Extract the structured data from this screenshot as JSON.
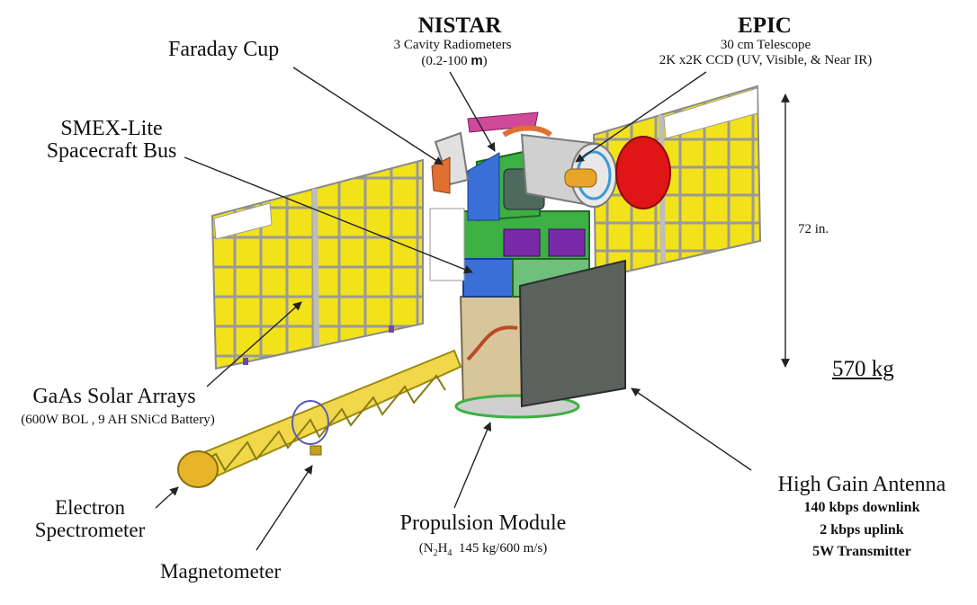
{
  "labels": {
    "nistar": {
      "title": "NISTAR",
      "line1": "3 Cavity Radiometers",
      "line2_prefix": "(0.2-100 ",
      "line2_unit": "m",
      "line2_suffix": ")"
    },
    "epic": {
      "title": "EPIC",
      "line1": "30 cm Telescope",
      "line2": "2K x2K CCD (UV, Visible, & Near IR)"
    },
    "faraday_cup": "Faraday Cup",
    "smex": {
      "line1": "SMEX-Lite",
      "line2": "Spacecraft Bus"
    },
    "height": "72 in.",
    "mass": "570 kg",
    "solar_arrays": {
      "title": "GaAs Solar Arrays",
      "detail": "(600W BOL , 9 AH SNiCd Battery)"
    },
    "electron_spectrometer": {
      "line1": "Electron",
      "line2": "Spectrometer"
    },
    "magnetometer": "Magnetometer",
    "propulsion": {
      "title": "Propulsion Module",
      "detail_n": "(N",
      "detail_sub1": "2",
      "detail_h": "H",
      "detail_sub2": "4",
      "detail_rest": "  145 kg/600 m/s)"
    },
    "high_gain_antenna": {
      "title": "High Gain Antenna",
      "line1": "140 kbps downlink",
      "line2": "2 kbps uplink",
      "line3": "5W Transmitter"
    }
  },
  "colors": {
    "solar_cell": "#f2e21a",
    "solar_frame": "#b8b8b8",
    "bus_green": "#3cb043",
    "bus_blue": "#3a6fd8",
    "purple": "#7a2aa8",
    "prop_tan": "#d9c59a",
    "antenna_gray": "#5b625e",
    "red_disc": "#e01515",
    "telescope": "#d0d0d0",
    "boom_yellow": "#e3c21f"
  }
}
